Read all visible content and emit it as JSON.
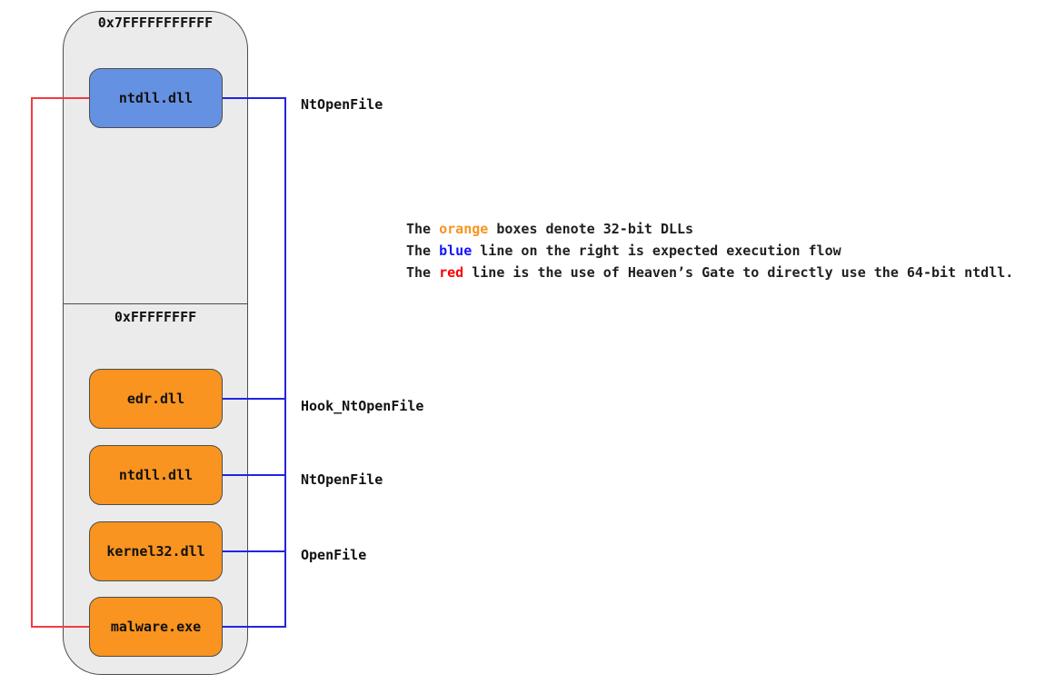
{
  "memory_map": {
    "upper_address_label": "0x7FFFFFFFFFFF",
    "lower_address_label": "0xFFFFFFFF"
  },
  "boxes": {
    "ntdll_64": "ntdll.dll",
    "edr": "edr.dll",
    "ntdll_32": "ntdll.dll",
    "kernel32": "kernel32.dll",
    "malware": "malware.exe"
  },
  "function_labels": {
    "ntopenfile_64": "NtOpenFile",
    "hook_ntopenfile": "Hook_NtOpenFile",
    "ntopenfile_32": "NtOpenFile",
    "openfile": "OpenFile"
  },
  "legend": {
    "lines": [
      {
        "segments": [
          {
            "text": "The ",
            "color": "#1f1f1f"
          },
          {
            "text": "orange",
            "color": "#f8941f"
          },
          {
            "text": " boxes denote 32-bit DLLs",
            "color": "#1f1f1f"
          }
        ]
      },
      {
        "segments": [
          {
            "text": "The ",
            "color": "#1f1f1f"
          },
          {
            "text": "blue",
            "color": "#1414ff"
          },
          {
            "text": " line on the right is expected execution flow",
            "color": "#1f1f1f"
          }
        ]
      },
      {
        "segments": [
          {
            "text": "The ",
            "color": "#1f1f1f"
          },
          {
            "text": "red",
            "color": "#fa0000"
          },
          {
            "text": " line is the use of Heaven’s Gate to directly use the 64-bit ntdll.",
            "color": "#1f1f1f"
          }
        ]
      }
    ]
  },
  "colors": {
    "execution_flow_line": "#2323e2",
    "heavens_gate_line": "#f23b44",
    "dll_32bit_box": "#f8941f",
    "dll_64bit_box": "#6591e2",
    "container_fill": "#ebebeb",
    "border": "#4d4d4d"
  }
}
